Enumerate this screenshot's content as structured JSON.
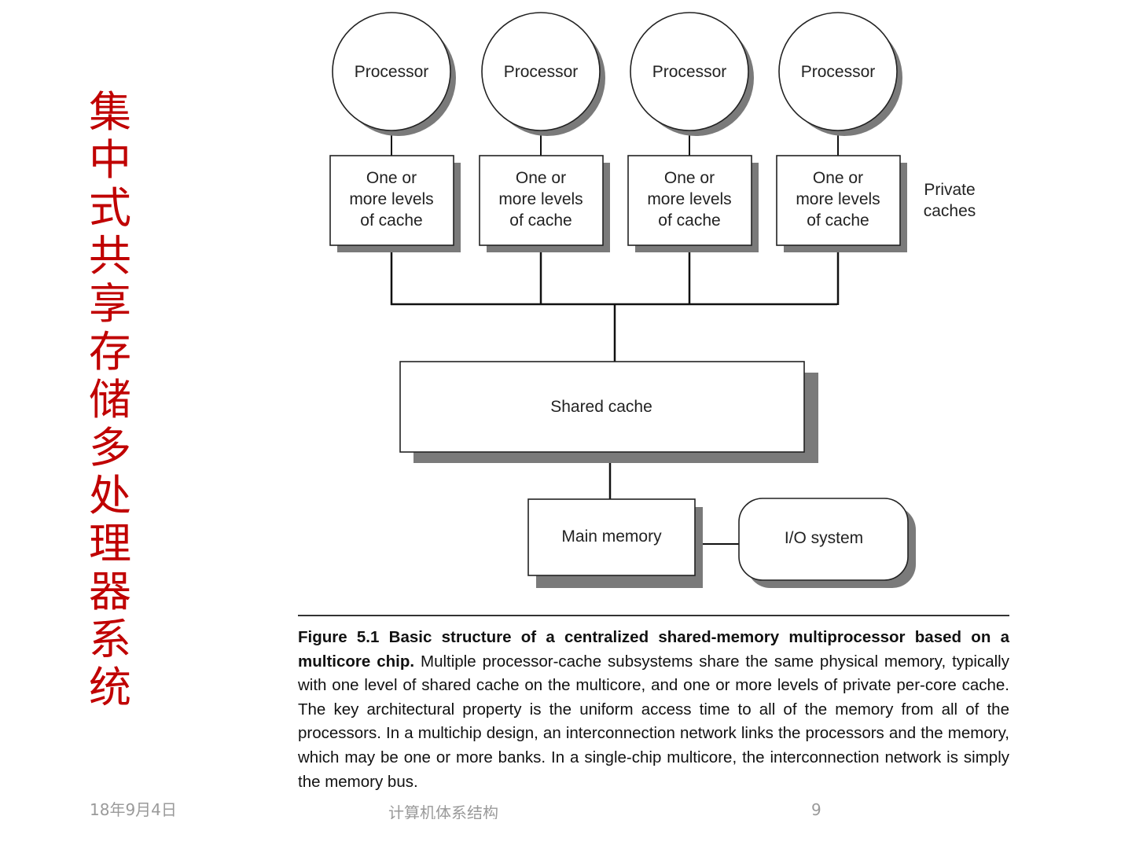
{
  "slide": {
    "vertical_title": "集中式共享存储多处理器系统",
    "footer": {
      "date": "18年9月4日",
      "course": "计算机体系结构",
      "page": "9"
    }
  },
  "diagram": {
    "processors": [
      "Processor",
      "Processor",
      "Processor",
      "Processor"
    ],
    "private_caches": [
      [
        "One or",
        "more levels",
        "of cache"
      ],
      [
        "One or",
        "more levels",
        "of cache"
      ],
      [
        "One or",
        "more levels",
        "of cache"
      ],
      [
        "One or",
        "more levels",
        "of cache"
      ]
    ],
    "private_caches_label": [
      "Private",
      "caches"
    ],
    "shared_cache": "Shared cache",
    "main_memory": "Main memory",
    "io_system": "I/O system"
  },
  "caption": {
    "lead": "Figure 5.1  Basic structure of a centralized shared-memory multiprocessor based on a multicore chip.",
    "body": " Multiple processor-cache subsystems share the same physical memory, typically with one level of shared cache on the multicore, and one or more levels of private per-core cache. The key architectural property is the uniform access time to all of the memory from all of the processors. In a multichip design, an interconnection network links the processors and the memory, which may be one or more banks. In a single-chip multicore, the interconnection network is simply the memory bus."
  }
}
